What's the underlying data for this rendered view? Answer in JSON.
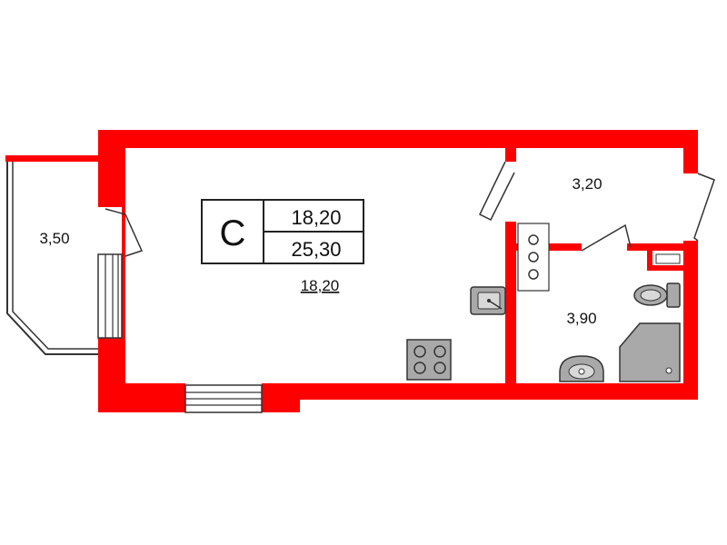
{
  "legend": {
    "type_letter": "С",
    "living_area": "18,20",
    "total_area": "25,30"
  },
  "rooms": {
    "main_room_area": "18,20",
    "corridor_area": "3,20",
    "bathroom_area": "3,90",
    "balcony_area": "3,50"
  },
  "colors": {
    "wall": "#ff0000",
    "fixture_fill": "#a9a9a9",
    "fixture_stroke": "#333333",
    "background": "#ffffff"
  },
  "icons": [
    "sink-icon",
    "stove-icon",
    "toilet-icon",
    "bathroom-sink-icon",
    "shower-icon",
    "ventilation-icon",
    "door-icon",
    "window-icon"
  ]
}
